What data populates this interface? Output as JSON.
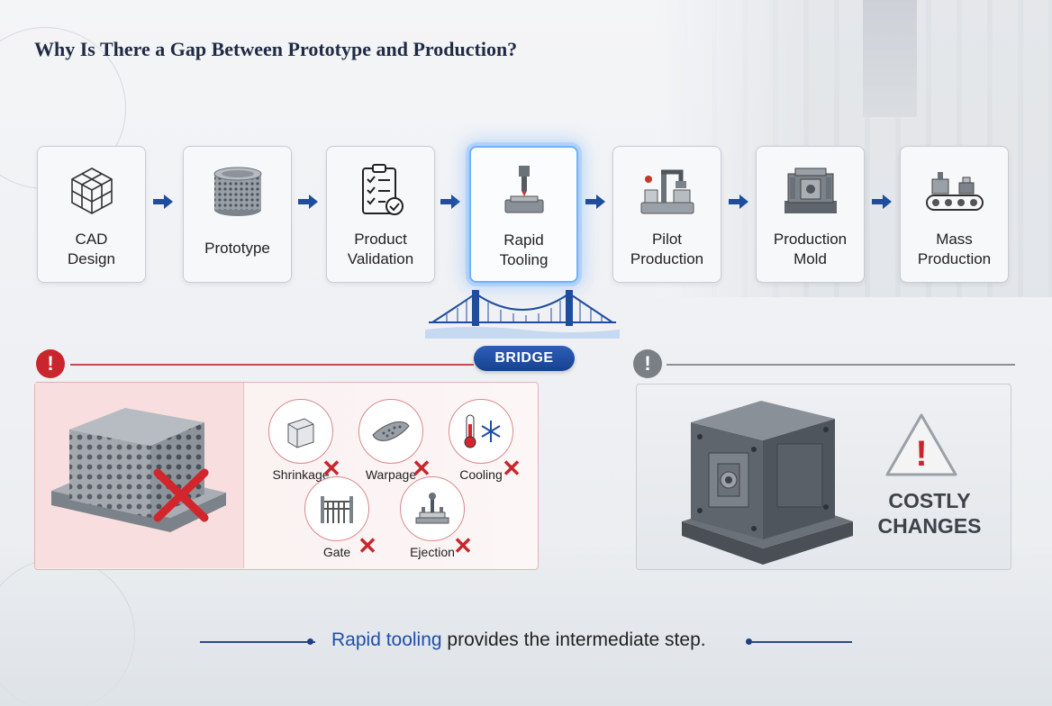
{
  "title": "Why Is There a Gap Between Prototype and Production?",
  "steps": [
    {
      "line1": "CAD",
      "line2": "Design",
      "icon": "cube-wireframe-icon"
    },
    {
      "line1": "Prototype",
      "line2": "",
      "icon": "lattice-cylinder-icon"
    },
    {
      "line1": "Product",
      "line2": "Validation",
      "icon": "checklist-icon"
    },
    {
      "line1": "Rapid",
      "line2": "Tooling",
      "icon": "tooling-press-icon",
      "highlighted": true
    },
    {
      "line1": "Pilot",
      "line2": "Production",
      "icon": "robot-arm-icon"
    },
    {
      "line1": "Production",
      "line2": "Mold",
      "icon": "mold-icon"
    },
    {
      "line1": "Mass",
      "line2": "Production",
      "icon": "conveyor-icon"
    }
  ],
  "bridge_label": "BRIDGE",
  "problems": {
    "alert_glyph": "!",
    "defects": [
      {
        "name": "Shrinkage",
        "icon": "shrinkage-cube-icon"
      },
      {
        "name": "Warpage",
        "icon": "warped-plate-icon"
      },
      {
        "name": "Cooling",
        "icon": "thermometer-snowflake-icon"
      },
      {
        "name": "Gate",
        "icon": "gate-icon"
      },
      {
        "name": "Ejection",
        "icon": "ejector-pin-icon"
      }
    ],
    "fail_mark": "✕"
  },
  "costly": {
    "alert_glyph": "!",
    "line1": "COSTLY",
    "line2": "CHANGES",
    "warning_glyph": "!"
  },
  "footer": {
    "accent": "Rapid tooling",
    "rest": " provides the intermediate step."
  },
  "colors": {
    "accent_blue": "#1f4fa8",
    "alert_red": "#c8262c",
    "highlight_glow": "#6fb2ff"
  }
}
